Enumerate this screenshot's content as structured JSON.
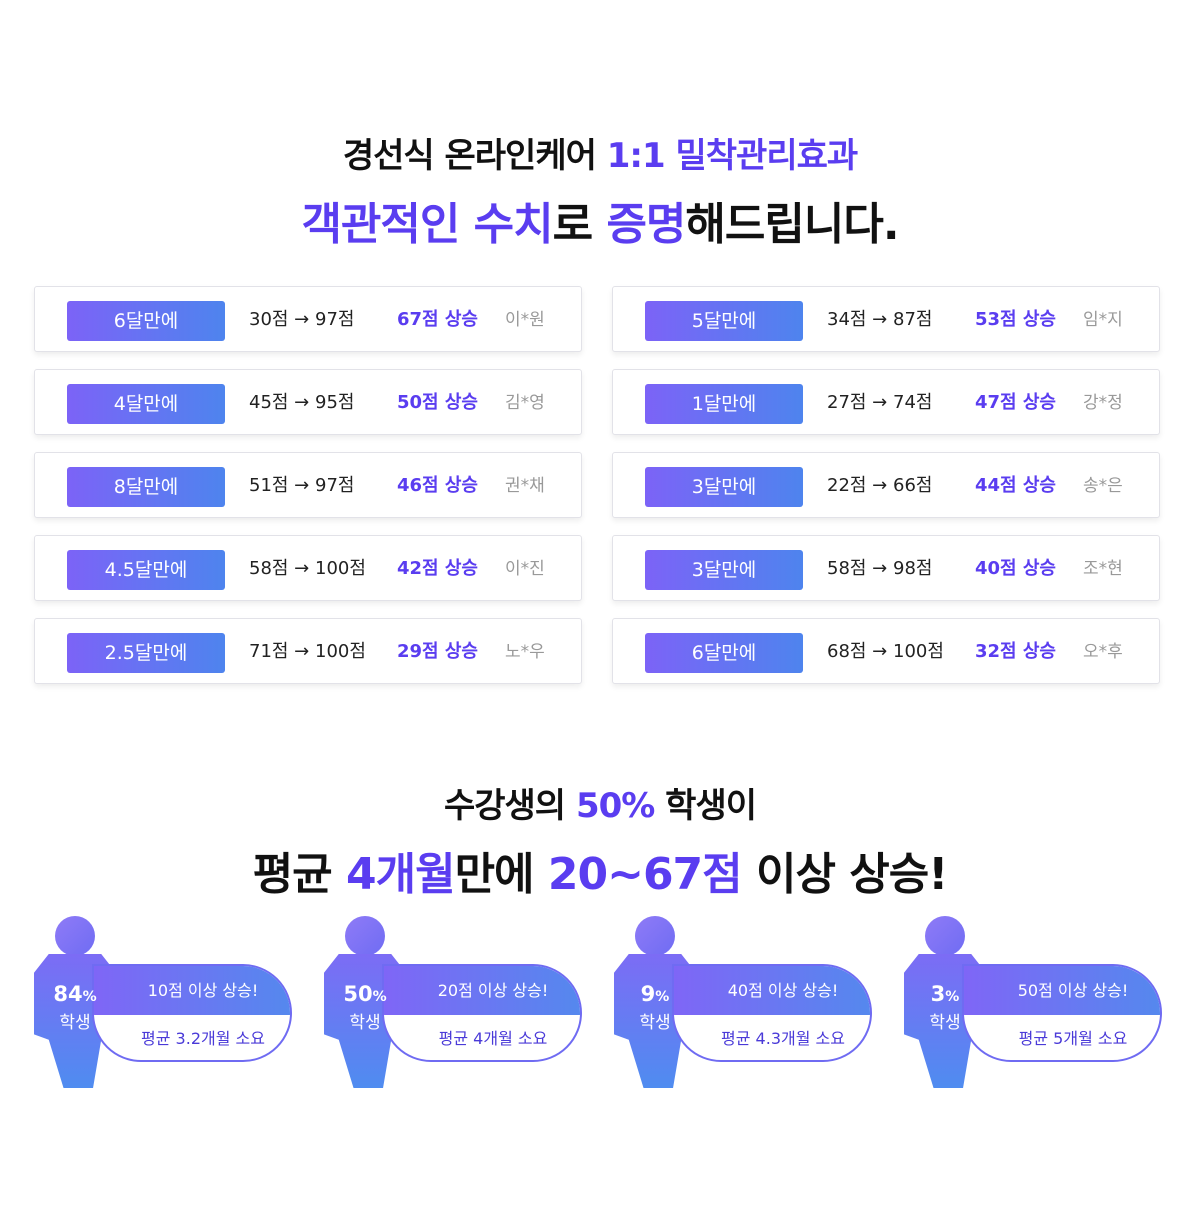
{
  "headline1": {
    "part1": "경선식 온라인케어 ",
    "part2": "1:1 밀착관리효과",
    "line2a": "객관적인 수치",
    "line2b": "로 ",
    "line2c": "증명",
    "line2d": "해드립니다."
  },
  "results": [
    {
      "period": "6달만에",
      "score": "30점 → 97점",
      "gain": "67점 상승",
      "name": "이*원"
    },
    {
      "period": "5달만에",
      "score": "34점 → 87점",
      "gain": "53점 상승",
      "name": "임*지"
    },
    {
      "period": "4달만에",
      "score": "45점 → 95점",
      "gain": "50점 상승",
      "name": "김*영"
    },
    {
      "period": "1달만에",
      "score": "27점 → 74점",
      "gain": "47점 상승",
      "name": "강*정"
    },
    {
      "period": "8달만에",
      "score": "51점 → 97점",
      "gain": "46점 상승",
      "name": "권*채"
    },
    {
      "period": "3달만에",
      "score": "22점 → 66점",
      "gain": "44점 상승",
      "name": "송*은"
    },
    {
      "period": "4.5달만에",
      "score": "58점 → 100점",
      "gain": "42점 상승",
      "name": "이*진"
    },
    {
      "period": "3달만에",
      "score": "58점 → 98점",
      "gain": "40점 상승",
      "name": "조*현"
    },
    {
      "period": "2.5달만에",
      "score": "71점 → 100점",
      "gain": "29점 상승",
      "name": "노*우"
    },
    {
      "period": "6달만에",
      "score": "68점 → 100점",
      "gain": "32점 상승",
      "name": "오*후"
    }
  ],
  "headline2": {
    "a1": "수강생의 ",
    "a2": "50%",
    "a3": " 학생이",
    "b1": "평균 ",
    "b2": "4개월",
    "b3": "만에 ",
    "b4": "20~67점",
    "b5": " 이상 상승!"
  },
  "stats": [
    {
      "pct": "84",
      "unit": "%",
      "label": "학생",
      "rise": "10점 이상 상승!",
      "avg": "평균 3.2개월 소요"
    },
    {
      "pct": "50",
      "unit": "%",
      "label": "학생",
      "rise": "20점 이상 상승!",
      "avg": "평균 4개월 소요"
    },
    {
      "pct": "9",
      "unit": "%",
      "label": "학생",
      "rise": "40점 이상 상승!",
      "avg": "평균 4.3개월 소요"
    },
    {
      "pct": "3",
      "unit": "%",
      "label": "학생",
      "rise": "50점 이상 상승!",
      "avg": "평균 5개월 소요"
    }
  ],
  "colors": {
    "accent": "#5a3df0",
    "pill_start": "#7c63f7",
    "pill_end": "#4e84ee"
  }
}
